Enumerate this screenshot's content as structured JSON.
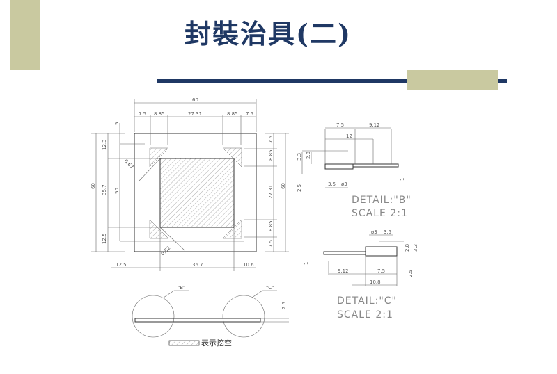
{
  "slide": {
    "title": "封裝治具(二)",
    "accent_color": "#1f3864",
    "decor_color": "#c9c9a0"
  },
  "drawing": {
    "top": {
      "overall": "60",
      "segments": [
        "7.5",
        "8.85",
        "27.31",
        "8.85",
        "7.5"
      ]
    },
    "left": {
      "overall": "60",
      "segments": [
        "12.3",
        "35.7",
        "12.5"
      ],
      "inner": "50",
      "offset": "5"
    },
    "right": {
      "overall": "60",
      "segments": [
        "7.5",
        "8.85",
        "27.31",
        "8.85",
        "7.5"
      ]
    },
    "bottom": {
      "segments": [
        "12.5",
        "36.7",
        "10.6"
      ]
    },
    "diag": [
      "0.67",
      "0.82"
    ],
    "detail_b": {
      "dims": [
        "7.5",
        "9.12",
        "12",
        "3.3",
        "2.8",
        "2.5",
        "3.5",
        "ø3",
        "1"
      ],
      "label": "DETAIL:\"B\"",
      "scale": "SCALE  2:1"
    },
    "detail_c": {
      "dims": [
        "ø3",
        "3.5",
        "2.8",
        "3.3",
        "1",
        "9.12",
        "7.5",
        "10.8",
        "2.5"
      ],
      "label": "DETAIL:\"C\"",
      "scale": "SCALE  2:1"
    },
    "section": {
      "callout_b": "\"B\"",
      "callout_c": "\"C\"",
      "dims": [
        "1",
        "2.5"
      ]
    },
    "legend": "表示挖空"
  }
}
